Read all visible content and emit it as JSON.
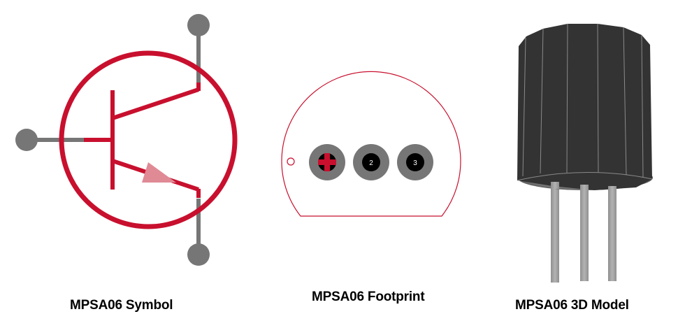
{
  "colors": {
    "symbol_red": "#c8102e",
    "pin_gray": "#767676",
    "arrow_pink": "#e08a96",
    "pad_gray": "#767676",
    "hole_black": "#000000",
    "body_dark": "#333333",
    "lead_gray": "#a6a6a6"
  },
  "symbol": {
    "caption": "MPSA06 Symbol",
    "type": "NPN transistor",
    "pins": [
      "base",
      "collector",
      "emitter"
    ]
  },
  "footprint": {
    "caption": "MPSA06 Footprint",
    "pads": [
      {
        "id": "1",
        "label": "",
        "marker": "plus-icon"
      },
      {
        "id": "2",
        "label": "2"
      },
      {
        "id": "3",
        "label": "3"
      }
    ]
  },
  "model": {
    "caption": "MPSA06 3D Model",
    "package": "TO-92",
    "leads": 3
  }
}
